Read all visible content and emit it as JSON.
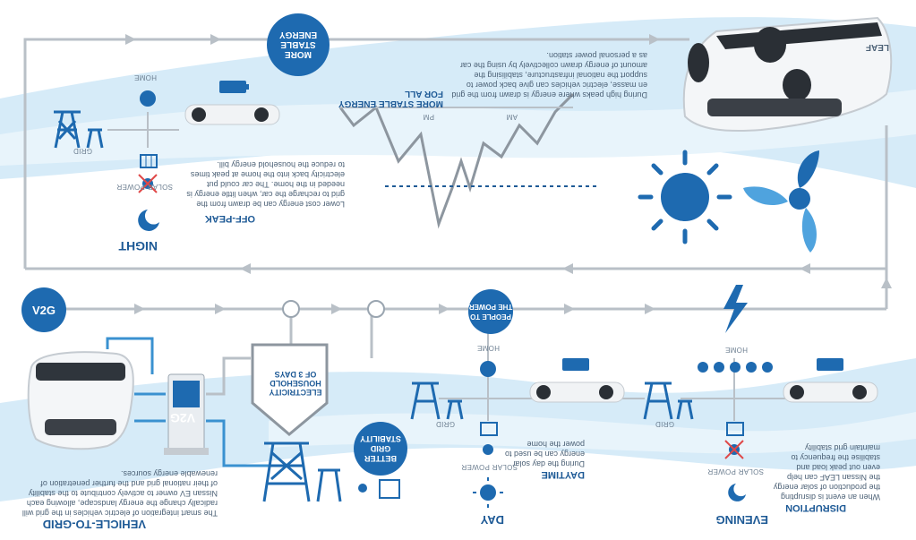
{
  "night": {
    "heading": "NIGHT",
    "subheading": "OFF-PEAK",
    "text": "Lower cost energy can be drawn from the grid to recharge the car, when little energy is needed in the home. The car could put electricity back into the home at peak times to reduce the household energy bill.",
    "labels": {
      "grid": "GRID",
      "home": "HOME",
      "solar": "SOLAR POWER"
    }
  },
  "stable": {
    "bubble": "MORE STABLE ENERGY",
    "heading": "MORE STABLE ENERGY FOR ALL",
    "text": "During high peaks where energy is drawn from the grid en masse, electric vehicles can give back power to support the national infrastructure, stabilising the amount of energy drawn collectively by using the car as a personal power station.",
    "pm": "PM",
    "am": "AM"
  },
  "v2g": {
    "bubble": "V2G",
    "heading": "VEHICLE-TO-GRID",
    "text": "The smart integration of electric vehicles in the grid will radically change the energy landscape, allowing each Nissan EV owner to actively contribute to the stability of their national grid and the further penetration of renewable energy sources.",
    "household": "ELECTRICITY HOUSEHOLD OF 3 DAYS",
    "stability": "BETTER GRID STABILITY",
    "station": "V2G"
  },
  "day": {
    "bubble": "PEOPLE TO THE POWER",
    "heading": "DAY",
    "subheading": "DAYTIME",
    "text": "During the day solar energy can be used to power the home",
    "labels": {
      "grid": "GRID",
      "home": "HOME",
      "solar": "SOLAR POWER"
    }
  },
  "evening": {
    "heading": "EVENING",
    "subheading": "DISRUPTION",
    "text": "When an event is disrupting the production of solar energy the Nissan LEAF can help even out peak load and stabilise the frequency to maintain grid stability",
    "labels": {
      "grid": "GRID",
      "home": "HOME",
      "solar": "SOLAR POWER"
    }
  },
  "car_badge": "LEAF",
  "colors": {
    "primary": "#1e6ab0",
    "dark": "#1e5a96",
    "wave": "#cfe7f7",
    "line": "#b9c0c7"
  }
}
